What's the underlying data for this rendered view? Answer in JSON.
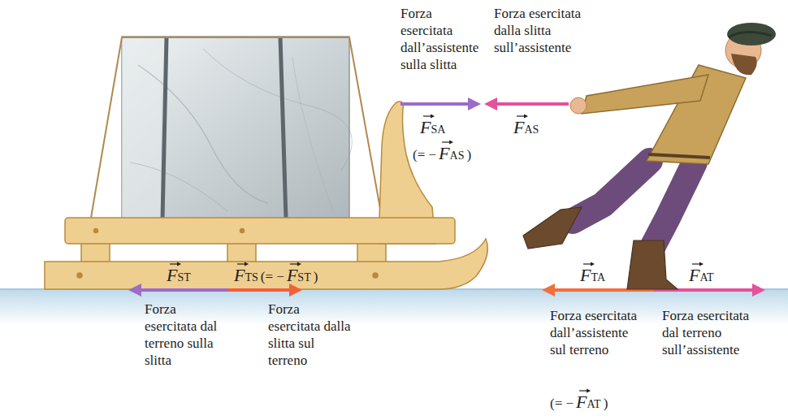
{
  "diagram": {
    "labels": [
      "Forza esercitata dall’assistente sulla slitta",
      "Forza esercitata dalla slitta sull’assistente",
      "FSA",
      "(= −",
      "FAS",
      ")",
      "FAS",
      "FST",
      "FTS",
      "(= −",
      "FST",
      ")",
      "FTA",
      "FAT",
      "Forza esercitata dal terreno sulla slitta",
      "Forza esercitata dalla slitta sul terreno",
      "Forza esercitata dall’assistente sul terreno",
      "(= −",
      "FAT",
      ")",
      "Forza esercitata dal terreno sull’assistente"
    ]
  }
}
